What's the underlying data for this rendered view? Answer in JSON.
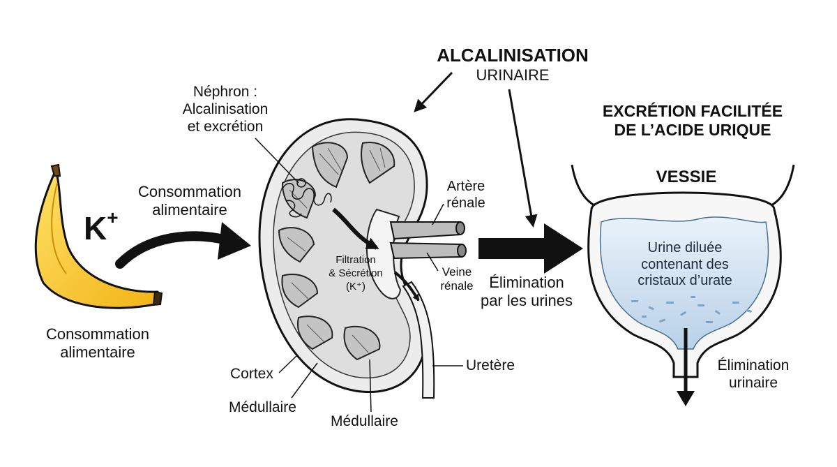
{
  "potassium": {
    "symbol": "K",
    "charge": "+"
  },
  "banana_caption": [
    "Consommation",
    "alimentaire"
  ],
  "arrow_to_kidney_label": [
    "Consommation",
    "alimentaire"
  ],
  "alkalinisation": {
    "title": "ALCALINISATION",
    "subtitle": "URINAIRE"
  },
  "nephron_label": [
    "Néphron :",
    "Alcalinisation",
    "et excrétion"
  ],
  "kidney_center_label": [
    "Filtration",
    "& Sécrétion",
    "(K⁺)"
  ],
  "artery_label": [
    "Artère",
    "rénale"
  ],
  "vein_label": [
    "Veine",
    "rénale"
  ],
  "ureter_label": "Uretère",
  "cortex_label": "Cortex",
  "medulla_label_left": "Médullaire",
  "medulla_label_bottom": "Médullaire",
  "elimination_label": [
    "Élimination",
    "par les urines"
  ],
  "excretion_title": [
    "EXCRÉTION FACILITÉE",
    "DE L’ACIDE URIQUE"
  ],
  "bladder_title": "VESSIE",
  "bladder_content": [
    "Urine diluée",
    "contenant des",
    "cristaux d’urate"
  ],
  "urinary_elimination_label": [
    "Élimination",
    "urinaire"
  ],
  "colors": {
    "ink": "#111111",
    "banana_yellow": "#f6c623",
    "banana_shadow": "#d99a0e",
    "kidney_fill": "#e9e9e9",
    "pyramid_fill": "#c9c9c9",
    "urine_blue": "#c9dcee",
    "urine_blue_light": "#e6f0f8"
  }
}
